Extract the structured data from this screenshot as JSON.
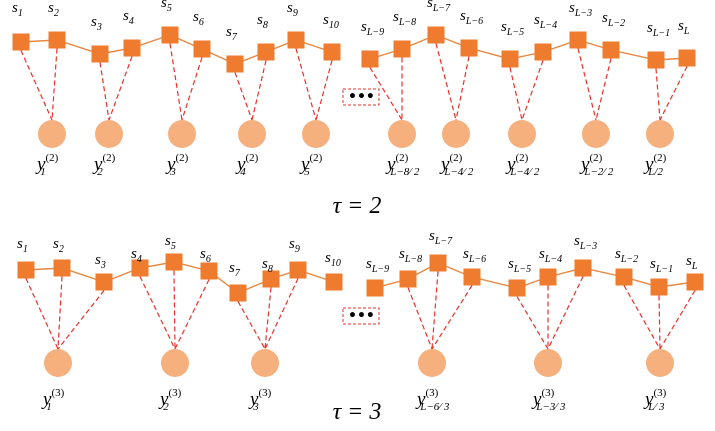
{
  "colors": {
    "square": "#ef7b2f",
    "circle": "#f5b07e",
    "chain": "#e8873f",
    "dash": "#e8322a"
  },
  "ellipsis": "•••",
  "panels": [
    {
      "tau_label": "τ = 2",
      "nodes": [
        {
          "s": "s",
          "sub": "1"
        },
        {
          "s": "s",
          "sub": "2"
        },
        {
          "s": "s",
          "sub": "3"
        },
        {
          "s": "s",
          "sub": "4"
        },
        {
          "s": "s",
          "sub": "5"
        },
        {
          "s": "s",
          "sub": "6"
        },
        {
          "s": "s",
          "sub": "7"
        },
        {
          "s": "s",
          "sub": "8"
        },
        {
          "s": "s",
          "sub": "9"
        },
        {
          "s": "s",
          "sub": "10"
        },
        {
          "s": "s",
          "sub": "L−9"
        },
        {
          "s": "s",
          "sub": "L−8"
        },
        {
          "s": "s",
          "sub": "L−7"
        },
        {
          "s": "s",
          "sub": "L−6"
        },
        {
          "s": "s",
          "sub": "L−5"
        },
        {
          "s": "s",
          "sub": "L−4"
        },
        {
          "s": "s",
          "sub": "L−3"
        },
        {
          "s": "s",
          "sub": "L−2"
        },
        {
          "s": "s",
          "sub": "L−1"
        },
        {
          "s": "s",
          "sub": "L"
        }
      ],
      "outputs": [
        {
          "y": "y",
          "sup": "(2)",
          "sub": "1"
        },
        {
          "y": "y",
          "sup": "(2)",
          "sub": "2"
        },
        {
          "y": "y",
          "sup": "(2)",
          "sub": "3"
        },
        {
          "y": "y",
          "sup": "(2)",
          "sub": "4"
        },
        {
          "y": "y",
          "sup": "(2)",
          "sub": "5"
        },
        {
          "y": "y",
          "sup": "(2)",
          "sub": "L−8⁄ 2"
        },
        {
          "y": "y",
          "sup": "(2)",
          "sub": "L−4⁄ 2"
        },
        {
          "y": "y",
          "sup": "(2)",
          "sub": "L−4⁄ 2"
        },
        {
          "y": "y",
          "sup": "(2)",
          "sub": "L−2⁄ 2"
        },
        {
          "y": "y",
          "sup": "(2)",
          "sub": "L/2"
        }
      ]
    },
    {
      "tau_label": "τ = 3",
      "nodes": [
        {
          "s": "s",
          "sub": "1"
        },
        {
          "s": "s",
          "sub": "2"
        },
        {
          "s": "s",
          "sub": "3"
        },
        {
          "s": "s",
          "sub": "4"
        },
        {
          "s": "s",
          "sub": "5"
        },
        {
          "s": "s",
          "sub": "6"
        },
        {
          "s": "s",
          "sub": "7"
        },
        {
          "s": "s",
          "sub": "8"
        },
        {
          "s": "s",
          "sub": "9"
        },
        {
          "s": "s",
          "sub": "10"
        },
        {
          "s": "s",
          "sub": "L−9"
        },
        {
          "s": "s",
          "sub": "L−8"
        },
        {
          "s": "s",
          "sub": "L−7"
        },
        {
          "s": "s",
          "sub": "L−6"
        },
        {
          "s": "s",
          "sub": "L−5"
        },
        {
          "s": "s",
          "sub": "L−4"
        },
        {
          "s": "s",
          "sub": "L−3"
        },
        {
          "s": "s",
          "sub": "L−2"
        },
        {
          "s": "s",
          "sub": "L−1"
        },
        {
          "s": "s",
          "sub": "L"
        }
      ],
      "outputs": [
        {
          "y": "y",
          "sup": "(3)",
          "sub": "1"
        },
        {
          "y": "y",
          "sup": "(3)",
          "sub": "2"
        },
        {
          "y": "y",
          "sup": "(3)",
          "sub": "3"
        },
        {
          "y": "y",
          "sup": "(3)",
          "sub": "L−6⁄ 3"
        },
        {
          "y": "y",
          "sup": "(3)",
          "sub": "L−3⁄ 3"
        },
        {
          "y": "y",
          "sup": "(3)",
          "sub": "L⁄ 3"
        }
      ]
    }
  ]
}
